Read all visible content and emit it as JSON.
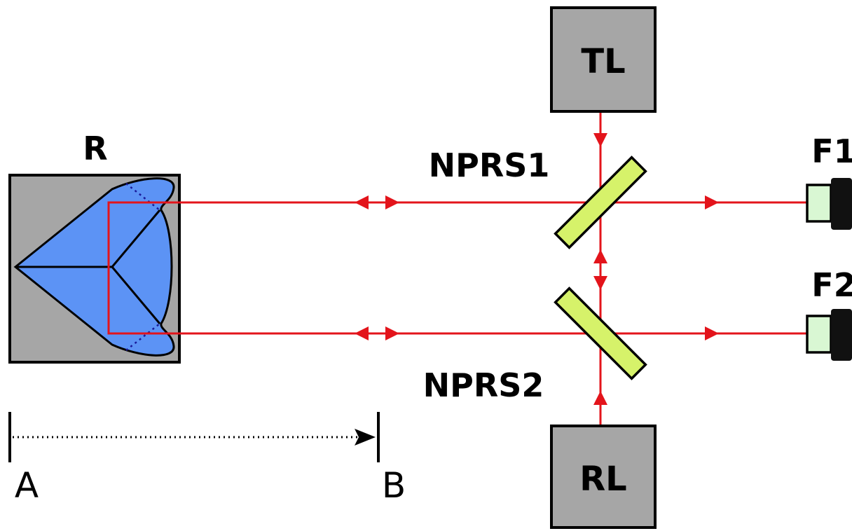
{
  "labels": {
    "retroreflector": "R",
    "splitter_1": "NPRS1",
    "splitter_2": "NPRS2",
    "transmitter_laser": "TL",
    "receiver_laser": "RL",
    "detector_1": "F1",
    "detector_2": "F2",
    "point_a": "A",
    "point_b": "B"
  },
  "colors": {
    "beam": "#e3141b",
    "box_fill": "#a6a6a6",
    "prism_fill": "#5c93f5",
    "splitter_fill": "#d6f26a",
    "detector_lens": "#d9f7d3",
    "detector_body": "#111111"
  },
  "icons": {
    "retroreflector": "corner-cube-prism-icon",
    "splitter": "beam-splitter-plate-icon",
    "detector": "photodetector-icon"
  }
}
